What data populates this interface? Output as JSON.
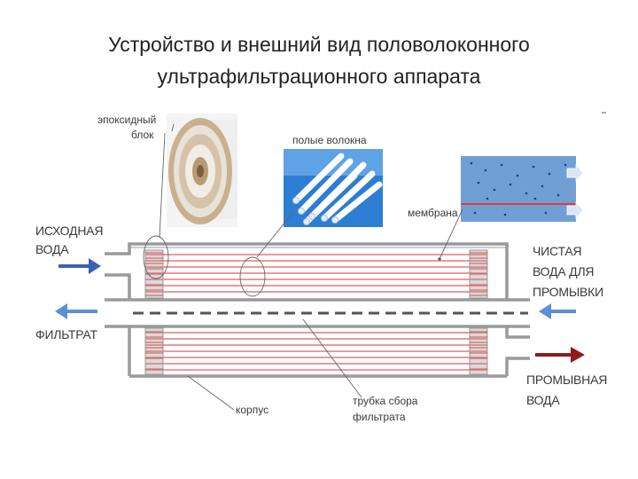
{
  "title": {
    "line1": "Устройство и внешний вид половолоконного",
    "line2": "ультрафильтрационного аппарата"
  },
  "labels": {
    "epoxy_block": [
      "эпоксидный",
      "блок"
    ],
    "hollow_fibers": "полые волокна",
    "membrane": "мембрана",
    "source_water": [
      "ИСХОДНАЯ",
      "ВОДА"
    ],
    "filtrate": "ФИЛЬТРАТ",
    "clean_water": [
      "ЧИСТАЯ",
      "ВОДА ДЛЯ",
      "ПРОМЫВКИ"
    ],
    "flush_water": [
      "ПРОМЫВНАЯ",
      "ВОДА"
    ],
    "housing": "корпус",
    "collection_tube": [
      "трубка сбора",
      "фильтрата"
    ]
  },
  "colors": {
    "fiber": "#e07a7a",
    "arrow_blue": "#3a62b0",
    "arrow_red": "#8e1b1b",
    "housing": "#9a9a9a",
    "membrane_bg": "#6f9fd4",
    "membrane_line": "#e23b3b"
  }
}
